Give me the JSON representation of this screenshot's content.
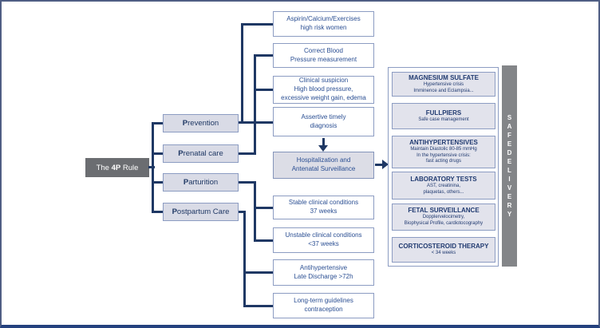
{
  "diagram": {
    "root": {
      "prefix": "The ",
      "em": "4P",
      "suffix": " Rule"
    },
    "pillars": [
      {
        "initial": "P",
        "rest": "revention"
      },
      {
        "initial": "P",
        "rest": "renatal care"
      },
      {
        "initial": "P",
        "rest": "arturition"
      },
      {
        "initial": "P",
        "rest": "ostpartum Care"
      }
    ],
    "flow": [
      {
        "lines": [
          "Aspirin/Calcium/Exercises",
          "high risk women"
        ]
      },
      {
        "lines": [
          "Correct Blood",
          "Pressure measurement"
        ]
      },
      {
        "lines": [
          "Clinical suspicion",
          "High blood pressure,",
          "excessive weight gain, edema"
        ]
      },
      {
        "lines": [
          "Assertive timely",
          "diagnosis"
        ]
      },
      {
        "lines": [
          "Hospitalization and",
          "Antenatal Surveillance"
        ]
      },
      {
        "lines": [
          "Stable clinical conditions",
          "37 weeks"
        ]
      },
      {
        "lines": [
          "Unstable clinical conditions",
          "<37 weeks"
        ]
      },
      {
        "lines": [
          "Antihypertensive",
          "Late Discharge >72h"
        ]
      },
      {
        "lines": [
          "Long-term guidelines",
          "contraception"
        ]
      }
    ],
    "treatments": [
      {
        "title": "MAGNESIUM SULFATE",
        "lines": [
          "Hypertensive crisis",
          "Imminence and Eclampsia..."
        ]
      },
      {
        "title": "FULLPIERS",
        "lines": [
          "Safe case management"
        ]
      },
      {
        "title": "ANTIHYPERTENSIVES",
        "lines": [
          "Maintain Diastolic 80-85 mmHg",
          "In the hypertensive crisis:",
          "fast acting drugs"
        ]
      },
      {
        "title": "LABORATORY TESTS",
        "lines": [
          "AST, creatinina,",
          "plaquetas, others..."
        ]
      },
      {
        "title": "FETAL SURVEILLANCE",
        "lines": [
          "Dopplervelocimetry,",
          "Biophysical Profile, cardiotocography"
        ]
      },
      {
        "title": "CORTICOSTEROID THERAPY",
        "lines": [
          "< 34 weeks"
        ]
      }
    ],
    "banner_letters": [
      "S",
      "A",
      "F",
      "E",
      "D",
      "E",
      "L",
      "I",
      "V",
      "E",
      "R",
      "Y"
    ]
  },
  "colors": {
    "connector": "#1f3864",
    "box_border": "#8c9cc2",
    "flow_text": "#2b4f93",
    "pillar_fill": "#d9dbe6",
    "treatment_fill": "#e2e3ec",
    "hospitalization_fill": "#dcdde6",
    "root_fill": "#6b6d71",
    "banner_fill": "#838588",
    "frame_border": "#4f5e84"
  }
}
